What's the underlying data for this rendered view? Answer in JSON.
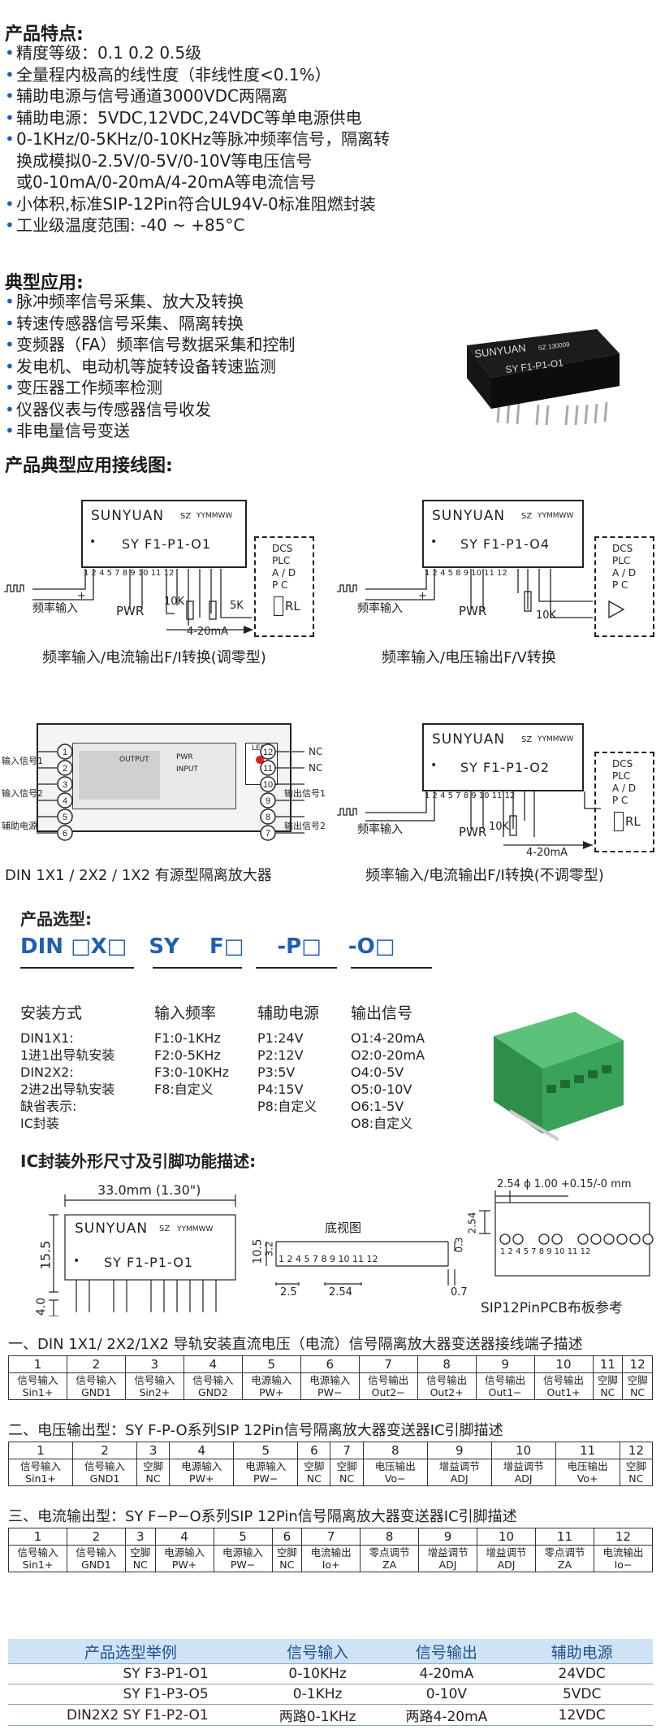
{
  "features": {
    "title": "产品特点:",
    "items": [
      "精度等级：0.1  0.2  0.5级",
      "全量程内极高的线性度（非线性度<0.1%）",
      "辅助电源与信号通道3000VDC两隔离",
      "辅助电源：5VDC,12VDC,24VDC等单电源供电",
      "0-1KHz/0-5KHz/0-10KHz等脉冲频率信号，隔离转",
      "换成模拟0-2.5V/0-5V/0-10V等电压信号",
      "或0-10mA/0-20mA/4-20mA等电流信号",
      "小体积,标准SIP-12Pin符合UL94V-0标准阻燃封装",
      "工业级温度范围: -40 ~ +85°C"
    ]
  },
  "applications": {
    "title": "典型应用:",
    "items": [
      "脉冲频率信号采集、放大及转换",
      "转速传感器信号采集、隔离转换",
      "变频器（FA）频率信号数据采集和控制",
      "发电机、电动机等旋转设备转速监测",
      "变压器工作频率检测",
      "仪器仪表与传感器信号收发",
      "非电量信号变送"
    ],
    "chip_brand": "SUNYUAN",
    "chip_sz": "SZ  130009",
    "chip_model": "SY F1-P1-O1"
  },
  "wiring": {
    "title": "产品典型应用接线图:",
    "brand": "SUNYUAN",
    "sz": "SZ",
    "date": "YYMMWW",
    "d1": {
      "model": "SY  F1-P1-O1",
      "caption": "频率输入/电流输出F/I转换(调零型)",
      "freq": "频率输入",
      "pwr": "PWR",
      "r1": "10K",
      "r2": "5K",
      "rl": "RL",
      "ma": "4-20mA",
      "pins": "1  2     4  5     7  8  9 10 11 12"
    },
    "d2": {
      "model": "SY  F1-P1-O4",
      "caption": "频率输入/电压输出F/V转换",
      "freq": "频率输入",
      "pwr": "PWR",
      "r1": "10K",
      "pins": "1  2     4  5        8  9 10 11 12"
    },
    "d3": {
      "caption": "DIN  1X1 / 2X2 / 1X2  有源型隔离放大器",
      "in1": "输入信号1",
      "in2": "输入信号2",
      "aux": "辅助电源",
      "out1": "输出信号1",
      "out2": "输出信号2",
      "nc1": "NC",
      "nc2": "NC",
      "led": "LED",
      "output": "OUTPUT",
      "input": "INPUT",
      "pwr": "PWR"
    },
    "d4": {
      "model": "SY  F1-P1-O2",
      "caption": "频率输入/电流输出F/I转换(不调零型)",
      "freq": "频率输入",
      "pwr": "PWR",
      "r1": "10K",
      "rl": "RL",
      "ma": "4-20mA",
      "pins": "1  2     4  5     7  8  9 10 11 12"
    },
    "dcs": [
      "DCS",
      "PLC",
      "A / D",
      "P   C"
    ]
  },
  "selection": {
    "title": "产品选型:",
    "code": [
      "DIN □X□",
      "SY",
      "F□",
      "-P□",
      "-O□"
    ],
    "install": {
      "head": "安装方式",
      "items": [
        "DIN1X1:",
        "1进1出导轨安装",
        "DIN2X2:",
        "2进2出导轨安装",
        "缺省表示:",
        "IC封装"
      ]
    },
    "freq": {
      "head": "输入频率",
      "items": [
        "F1:0-1KHz",
        "F2:0-5KHz",
        "F3:0-10KHz",
        "F8:自定义"
      ]
    },
    "power": {
      "head": "辅助电源",
      "items": [
        "P1:24V",
        "P2:12V",
        "P3:5V",
        "P4:15V",
        "P8:自定义"
      ]
    },
    "output": {
      "head": "输出信号",
      "items": [
        "O1:4-20mA",
        "O2:0-20mA",
        "O4:0-5V",
        "O5:0-10V",
        "O6:1-5V",
        "O8:自定义"
      ]
    }
  },
  "dimensions": {
    "title": "IC封装外形尺寸及引脚功能描述:",
    "width": "33.0mm (1.30\")",
    "h1": "15.5",
    "h2": "4.0",
    "brand": "SUNYUAN",
    "sz": "SZ",
    "date": "YYMMWW",
    "model": "SY  F1-P1-O1",
    "bottom_view": "底视图",
    "d105": "10.5",
    "d32": "3.2",
    "d03": "0.3",
    "d25": "2.5",
    "d254": "2.54",
    "d07": "0.7",
    "pin_nums": "1  2     4  5     7  8  9 10 11 12",
    "pcb_top": "2.54   ϕ 1.00  +0.15/-0 mm",
    "pcb_side": "2.54",
    "pcb_caption": "SIP12PinPCB布板参考",
    "pcb_nums": "1  2     4  5     7  8  9 10 11 12"
  },
  "pin_tables": [
    {
      "title": "一、DIN  1X1/ 2X2/1X2  导轨安装直流电压（电流）信号隔离放大器变送器接线端子描述",
      "nums": [
        "1",
        "2",
        "3",
        "4",
        "5",
        "6",
        "7",
        "8",
        "9",
        "10",
        "11",
        "12"
      ],
      "desc": [
        [
          "信号输入",
          "Sin1+"
        ],
        [
          "信号输入",
          "GND1"
        ],
        [
          "信号输入",
          "Sin2+"
        ],
        [
          "信号输入",
          "GND2"
        ],
        [
          "电源输入",
          "PW+"
        ],
        [
          "电源输入",
          "PW−"
        ],
        [
          "信号输出",
          "Out2−"
        ],
        [
          "信号输出",
          "Out2+"
        ],
        [
          "信号输出",
          "Out1−"
        ],
        [
          "信号输出",
          "Out1+"
        ],
        [
          "空脚",
          "NC"
        ],
        [
          "空脚",
          "NC"
        ]
      ]
    },
    {
      "title": "二、电压输出型：SY F-P-O系列SIP  12Pin信号隔离放大器变送器IC引脚描述",
      "nums": [
        "1",
        "2",
        "3",
        "4",
        "5",
        "6",
        "7",
        "8",
        "9",
        "10",
        "11",
        "12"
      ],
      "desc": [
        [
          "信号输入",
          "Sin1+"
        ],
        [
          "信号输入",
          "GND1"
        ],
        [
          "空脚",
          "NC"
        ],
        [
          "电源输入",
          "PW+"
        ],
        [
          "电源输入",
          "PW−"
        ],
        [
          "空脚",
          "NC"
        ],
        [
          "空脚",
          "NC"
        ],
        [
          "电压输出",
          "Vo−"
        ],
        [
          "增益调节",
          "ADJ"
        ],
        [
          "增益调节",
          "ADJ"
        ],
        [
          "电压输出",
          "Vo+"
        ],
        [
          "空脚",
          "NC"
        ]
      ]
    },
    {
      "title": "三、电流输出型：SY F−P−O系列SIP  12Pin信号隔离放大器变送器IC引脚描述",
      "nums": [
        "1",
        "2",
        "3",
        "4",
        "5",
        "6",
        "7",
        "8",
        "9",
        "10",
        "11",
        "12"
      ],
      "desc": [
        [
          "信号输入",
          "Sin1+"
        ],
        [
          "信号输入",
          "GND1"
        ],
        [
          "空脚",
          "NC"
        ],
        [
          "电源输入",
          "PW+"
        ],
        [
          "电源输入",
          "PW−"
        ],
        [
          "空脚",
          "NC"
        ],
        [
          "电流输出",
          "Io+"
        ],
        [
          "零点调节",
          "ZA"
        ],
        [
          "增益调节",
          "ADJ"
        ],
        [
          "增益调节",
          "ADJ"
        ],
        [
          "零点调节",
          "ZA"
        ],
        [
          "电流输出",
          "Io−"
        ]
      ]
    }
  ],
  "examples": {
    "headers": [
      "产品选型举例",
      "信号输入",
      "信号输出",
      "辅助电源"
    ],
    "rows": [
      [
        "SY F3-P1-O1",
        "0-10KHz",
        "4-20mA",
        "24VDC"
      ],
      [
        "SY F1-P3-O5",
        "0-1KHz",
        "0-10V",
        "5VDC"
      ],
      [
        "DIN2X2  SY F1-P2-O1",
        "两路0-1KHz",
        "两路4-20mA",
        "12VDC"
      ]
    ]
  },
  "colors": {
    "accent_blue": "#1f5eb3",
    "table_header_bg": "#cfe3f4",
    "module_green": "#3aa35a"
  }
}
